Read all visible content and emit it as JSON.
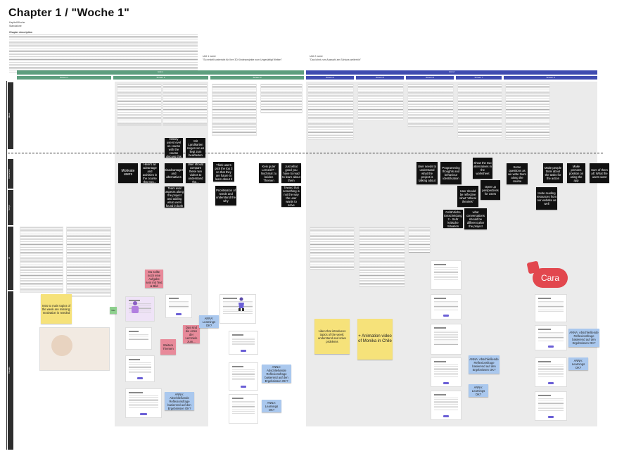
{
  "title": "Chapter 1 / \"Woche 1\"",
  "meta": {
    "label1": "Kapitel/Woche",
    "label2": "Standalone",
    "desc_title": "Chapter description",
    "left_label": "Unit 1 name",
    "left_value": "\"So erstellt unterricht für Ihre 3D Kinderprojekte zum Ungesättigt Welten\"",
    "right_label": "Unit 2 name",
    "right_value": "\"Das lohnt zum Auswahl am Schluss weiterhin\""
  },
  "bars": {
    "unit1": "Unit 1",
    "unit2": "Unit 2",
    "sub": [
      "Screen 1",
      "Screen 2",
      "Screen 3",
      "Screen 4",
      "Screen 5",
      "Screen 6",
      "Screen 7",
      "Screen 8"
    ]
  },
  "lanes": [
    "Ideas",
    "Interaction",
    "Script",
    "UI",
    "Visuals"
  ],
  "notes": {
    "b1": "Motivate users",
    "b2": "Here's an advantage and activities in the course that you...",
    "b3": "Disadvantages and alternatives",
    "b4": "User should compare these two videos to understand the...",
    "b5": "Think users pick the top 3 so that they are future to learn about it",
    "b6": "Kein guter Lernziel? - Nochmal zu beiden Themen",
    "b7": "Just what good you have to read to learn about them",
    "b8": "History users level on course with the course discuss this",
    "b9": "Mit Landkarten zeigen wo es liegt zum bearbeiten",
    "b10": "Team eval aspects along the project and adding what users found in both",
    "b11": "Prioritisation of needs and understand the why",
    "b12": "Toward that something is not the way the user wants to solve",
    "b13": "User needs to understand what the project is talking about",
    "b14": "Programming thoughts and behaviour identification",
    "b15": "Show the two alternatives in the worksheet",
    "b16": "User should be reflective what \"ethical theories\"",
    "b17": "Open up perspectives for users",
    "b18": "what conversations should be different after the project",
    "b19": "Gefährliche Entscheidung 2 - Sehr kritische Situation",
    "b20": "Some questions as we write them along the course",
    "b21": "Make people think about the tasks for the action",
    "b22": "Make persons position on using the app",
    "b23": "Sum of them all: What the users want",
    "b24": "Invite reading resources from our website as well",
    "y1": "Intro to main topics of the week are missing; motivation is needed",
    "y2": "video that introduces topics of the week: understand and solve problems",
    "y3": "+ Animation video of Monika in Chile",
    "p1": "Da sollte noch eine Aufgabe sein mit Text & Bild",
    "p2": "Das sind die Arten der Lernziele zum...",
    "p3": "Weitere Themen",
    "bl1": "ANNA: Learnings OK?",
    "bl2": "ANNA: Abschließende Reflexionsfrage basierend auf den Ergebnissen OK?",
    "bl3": "ANNA: Abschließende Reflexionsfrage basierend auf den Ergebnissen OK?",
    "bl4": "ANNA: Learnings OK?",
    "bl5": "ANNA: Abschließende Reflexionsfrage basierend auf den Ergebnissen OK?",
    "bl6": "ANNA: Learnings OK?",
    "bl7": "ANNA: Abschließende Reflexionsfrage basierend auf den Ergebnissen OK?",
    "bl8": "ANNA: Learnings OK?",
    "g1": "Note"
  },
  "cara": "Cara",
  "colors": {
    "green_bar": "#5d9e7e",
    "blue_bar": "#3f4bb0",
    "cara": "#e2474e"
  }
}
